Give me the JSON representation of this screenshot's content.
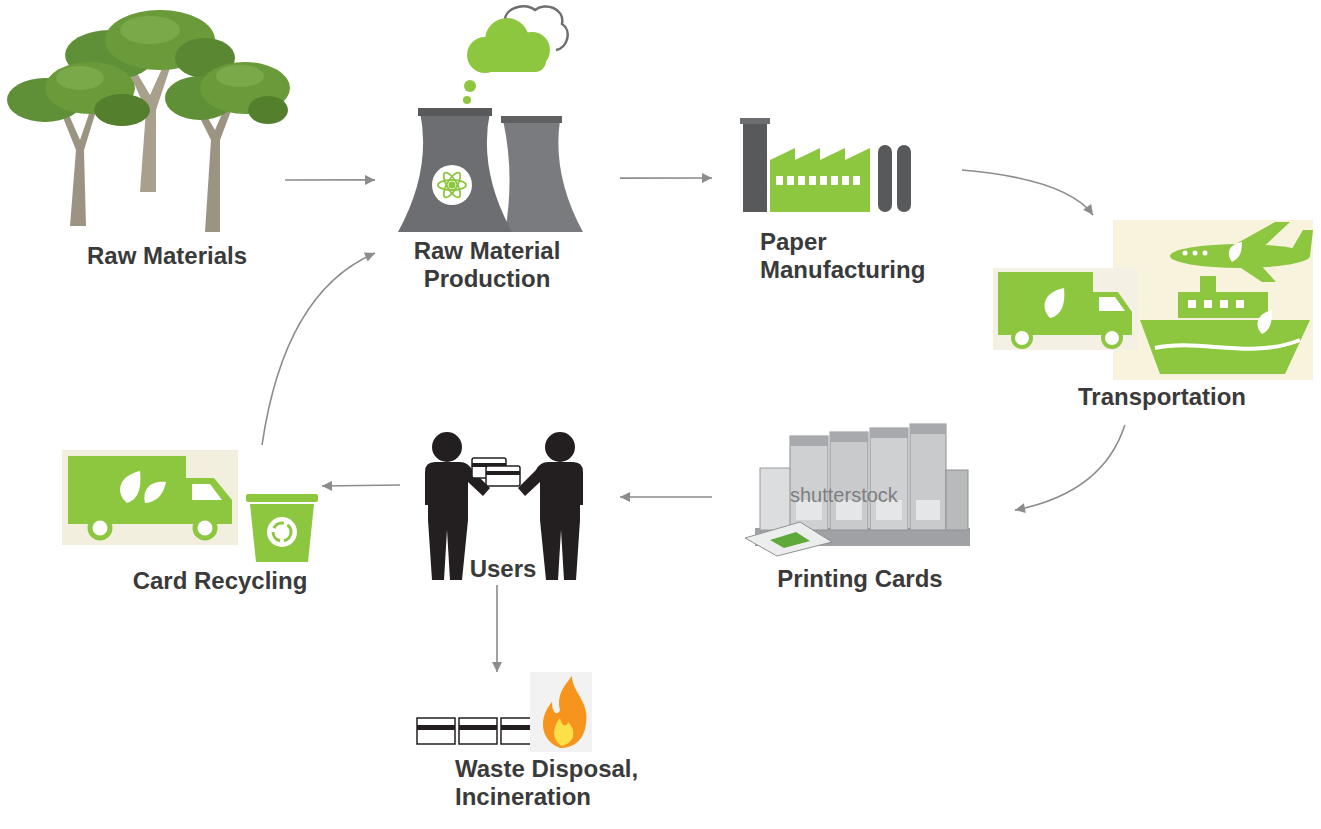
{
  "diagram": {
    "nodes": [
      {
        "text": [
          "Raw Materials"
        ]
      },
      {
        "text": [
          "Raw Material Production"
        ]
      },
      {
        "text": [
          "Paper Manufacturing"
        ]
      },
      {
        "text": [
          "Transportation"
        ]
      },
      {
        "text": [
          "Printing Cards"
        ]
      },
      {
        "text": [
          "Users"
        ]
      },
      {
        "text": [
          "Card Recycling"
        ]
      },
      {
        "text": [
          "Waste Disposal, Incineration"
        ]
      }
    ],
    "edges": [
      {
        "from": 0,
        "to": 1,
        "arrow": "to"
      },
      {
        "from": 1,
        "to": 2,
        "arrow": "to"
      },
      {
        "from": 2,
        "to": 3,
        "arrow": "to"
      },
      {
        "from": 3,
        "to": 4,
        "arrow": "to"
      },
      {
        "from": 4,
        "to": 5,
        "arrow": "to"
      },
      {
        "from": 5,
        "to": 6,
        "arrow": "to"
      },
      {
        "from": 6,
        "to": 1,
        "arrow": "to"
      },
      {
        "from": 5,
        "to": 7,
        "arrow": "to"
      }
    ],
    "labels": [
      "shutterstock"
    ]
  }
}
